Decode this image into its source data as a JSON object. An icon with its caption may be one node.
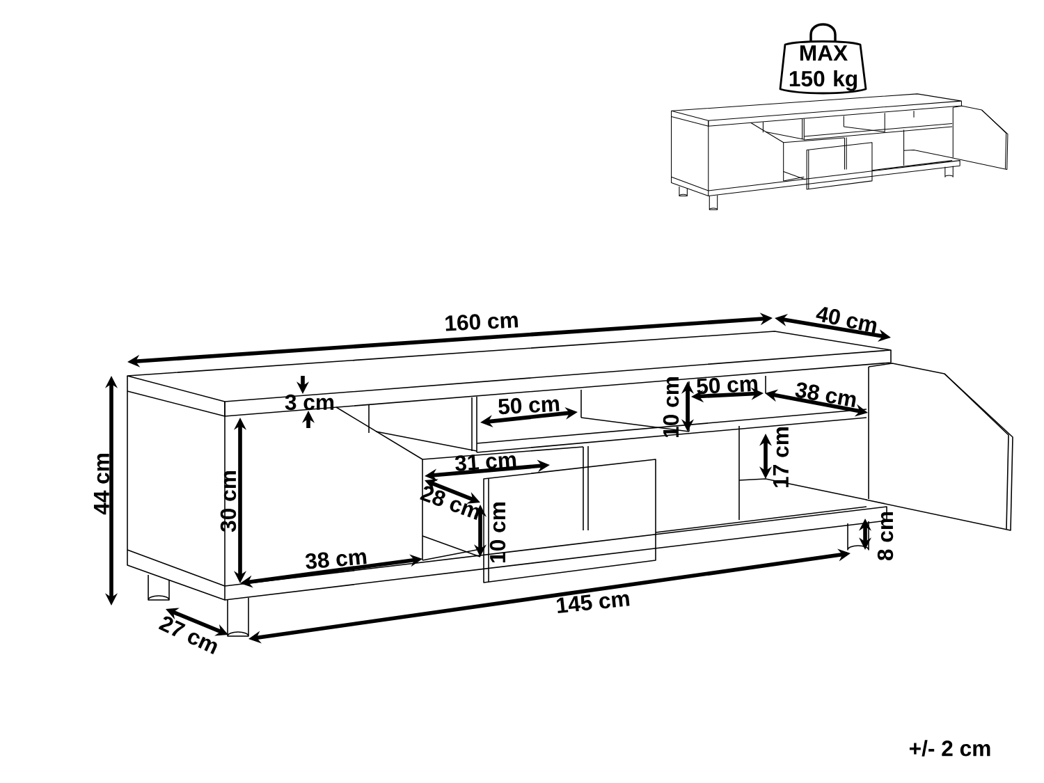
{
  "diagram": {
    "nodes": [
      {
        "text": [
          "MAX 150 kg"
        ]
      }
    ],
    "labels": [
      "160 cm",
      "40 cm",
      "44 cm",
      "3 cm",
      "50 cm",
      "10 cm",
      "50 cm",
      "38 cm",
      "31 cm",
      "30 cm",
      "28 cm",
      "10 cm",
      "17 cm",
      "38 cm",
      "8 cm",
      "145 cm",
      "27 cm",
      "+/- 2 cm"
    ]
  }
}
